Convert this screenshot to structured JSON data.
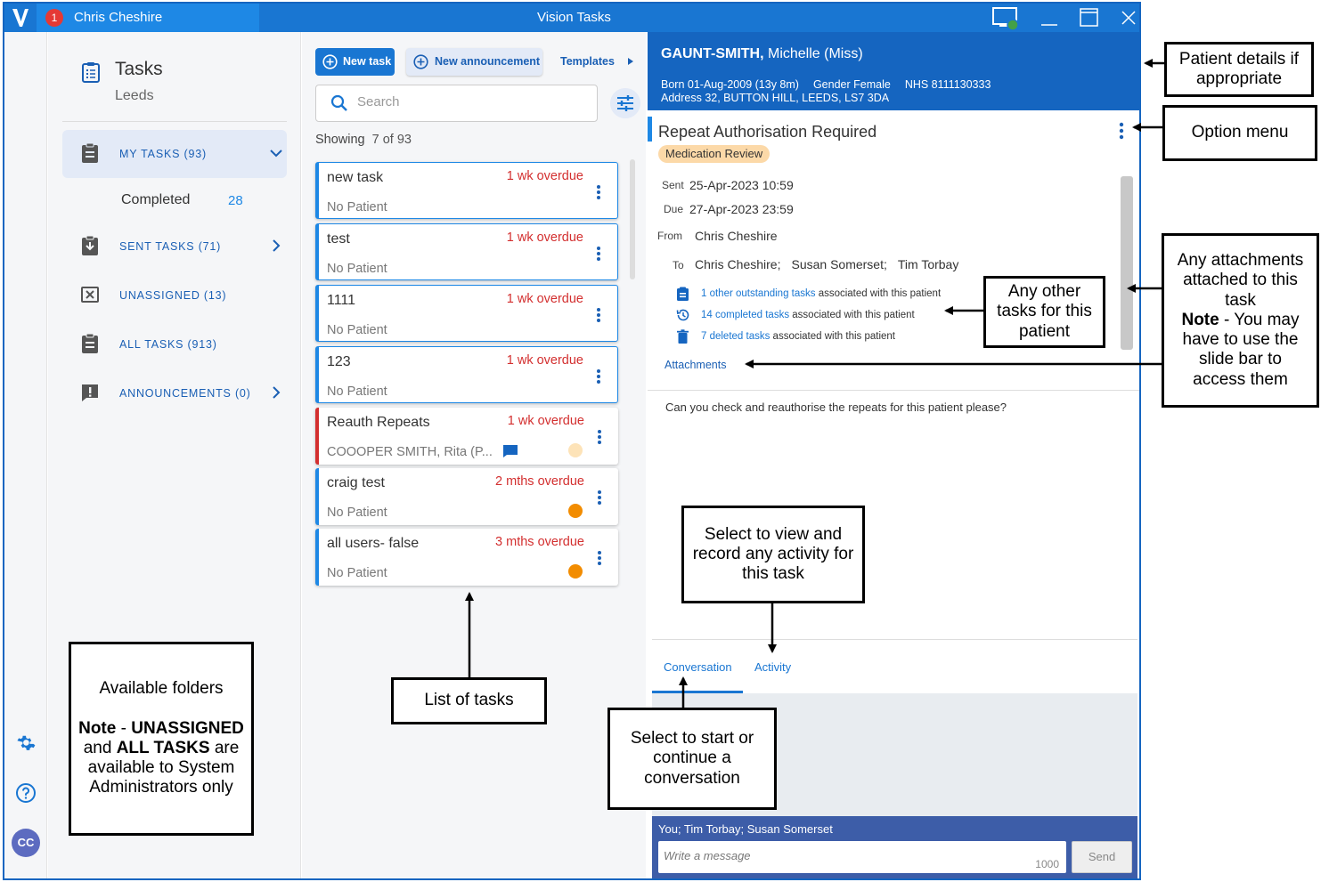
{
  "titlebar": {
    "badge": "1",
    "user": "Chris Cheshire",
    "app_title": "Vision Tasks",
    "brand_color": "#1976d2"
  },
  "rail": {
    "avatar_initials": "CC",
    "icons": [
      "settings-icon",
      "help-icon"
    ]
  },
  "folders": {
    "title": "Tasks",
    "subtitle": "Leeds",
    "items": [
      {
        "label": "MY TASKS (93)",
        "icon": "clipboard-icon",
        "expanded": true
      },
      {
        "label": "SENT TASKS (71)",
        "icon": "clipboard-download-icon"
      },
      {
        "label": "UNASSIGNED (13)",
        "icon": "box-x-icon"
      },
      {
        "label": "ALL TASKS (913)",
        "icon": "clipboard-icon"
      },
      {
        "label": "ANNOUNCEMENTS (0)",
        "icon": "alert-chat-icon"
      }
    ],
    "completed_label": "Completed",
    "completed_count": "28"
  },
  "tasklist": {
    "new_task": "New task",
    "new_announcement": "New announcement",
    "templates": "Templates",
    "search_placeholder": "Search",
    "showing_label": "Showing",
    "showing_count": "7 of 93",
    "tasks": [
      {
        "title": "new task",
        "overdue": "1 wk overdue",
        "patient": "No Patient"
      },
      {
        "title": "test",
        "overdue": "1 wk overdue",
        "patient": "No Patient"
      },
      {
        "title": "1111",
        "overdue": "1 wk overdue",
        "patient": "No Patient"
      },
      {
        "title": "123",
        "overdue": "1 wk overdue",
        "patient": "No Patient"
      },
      {
        "title": "Reauth Repeats",
        "overdue": "1 wk overdue",
        "patient": "COOOPER SMITH, Rita (P...",
        "dot_color": "#fde3b8"
      },
      {
        "title": "craig test",
        "overdue": "2 mths overdue",
        "patient": "No Patient",
        "dot_color": "#f28c00"
      },
      {
        "title": "all users- false",
        "overdue": "3 mths overdue",
        "patient": "No Patient",
        "dot_color": "#f28c00"
      }
    ]
  },
  "detail": {
    "patient_surname": "GAUNT-SMITH,",
    "patient_forename": " Michelle (Miss)",
    "born": "Born 01-Aug-2009 (13y 8m)",
    "gender": "Gender Female",
    "nhs": "NHS 8111130333",
    "address": "Address 32, BUTTON HILL, LEEDS, LS7 3DA",
    "task_title": "Repeat Authorisation Required",
    "tag": "Medication Review",
    "sent_label": "Sent",
    "sent_value": "25-Apr-2023 10:59",
    "due_label": "Due",
    "due_value": "27-Apr-2023 23:59",
    "from_label": "From",
    "from_value": "Chris Cheshire",
    "to_label": "To",
    "to_values": [
      "Chris Cheshire;",
      "Susan Somerset;",
      "Tim Torbay"
    ],
    "assoc": [
      {
        "link": "1 other outstanding tasks",
        "rest": " associated with this patient",
        "icon": "clipboard-icon"
      },
      {
        "link": "14 completed tasks",
        "rest": " associated with this patient",
        "icon": "history-icon"
      },
      {
        "link": "7 deleted tasks",
        "rest": " associated with this patient",
        "icon": "trash-icon"
      }
    ],
    "attachments": "Attachments",
    "body": "Can you check and reauthorise the repeats for this patient please?",
    "tab_conversation": "Conversation",
    "tab_activity": "Activity",
    "conv_participants": "You; Tim Torbay; Susan Somerset",
    "message_placeholder": "Write a message",
    "message_limit": "1000",
    "send": "Send"
  },
  "callouts": {
    "patient_details": "Patient details if appropriate",
    "option_menu": "Option menu",
    "attachments_pre": "Any attachments attached to this task",
    "attachments_note_bold": "Note",
    "attachments_note": " - You may have to use the slide bar to access them",
    "other_tasks": "Any other tasks for this patient",
    "activity": "Select to view and record any activity for this task",
    "list_of_tasks": "List of tasks",
    "conversation": "Select to start or continue a conversation",
    "folders_title": "Available folders",
    "folders_note_bold": "Note",
    "folders_note_1": " - ",
    "folders_unassigned": "UNASSIGNED",
    "folders_and": " and ",
    "folders_alltasks": "ALL TASKS",
    "folders_note_2": " are available to System Administrators only"
  }
}
